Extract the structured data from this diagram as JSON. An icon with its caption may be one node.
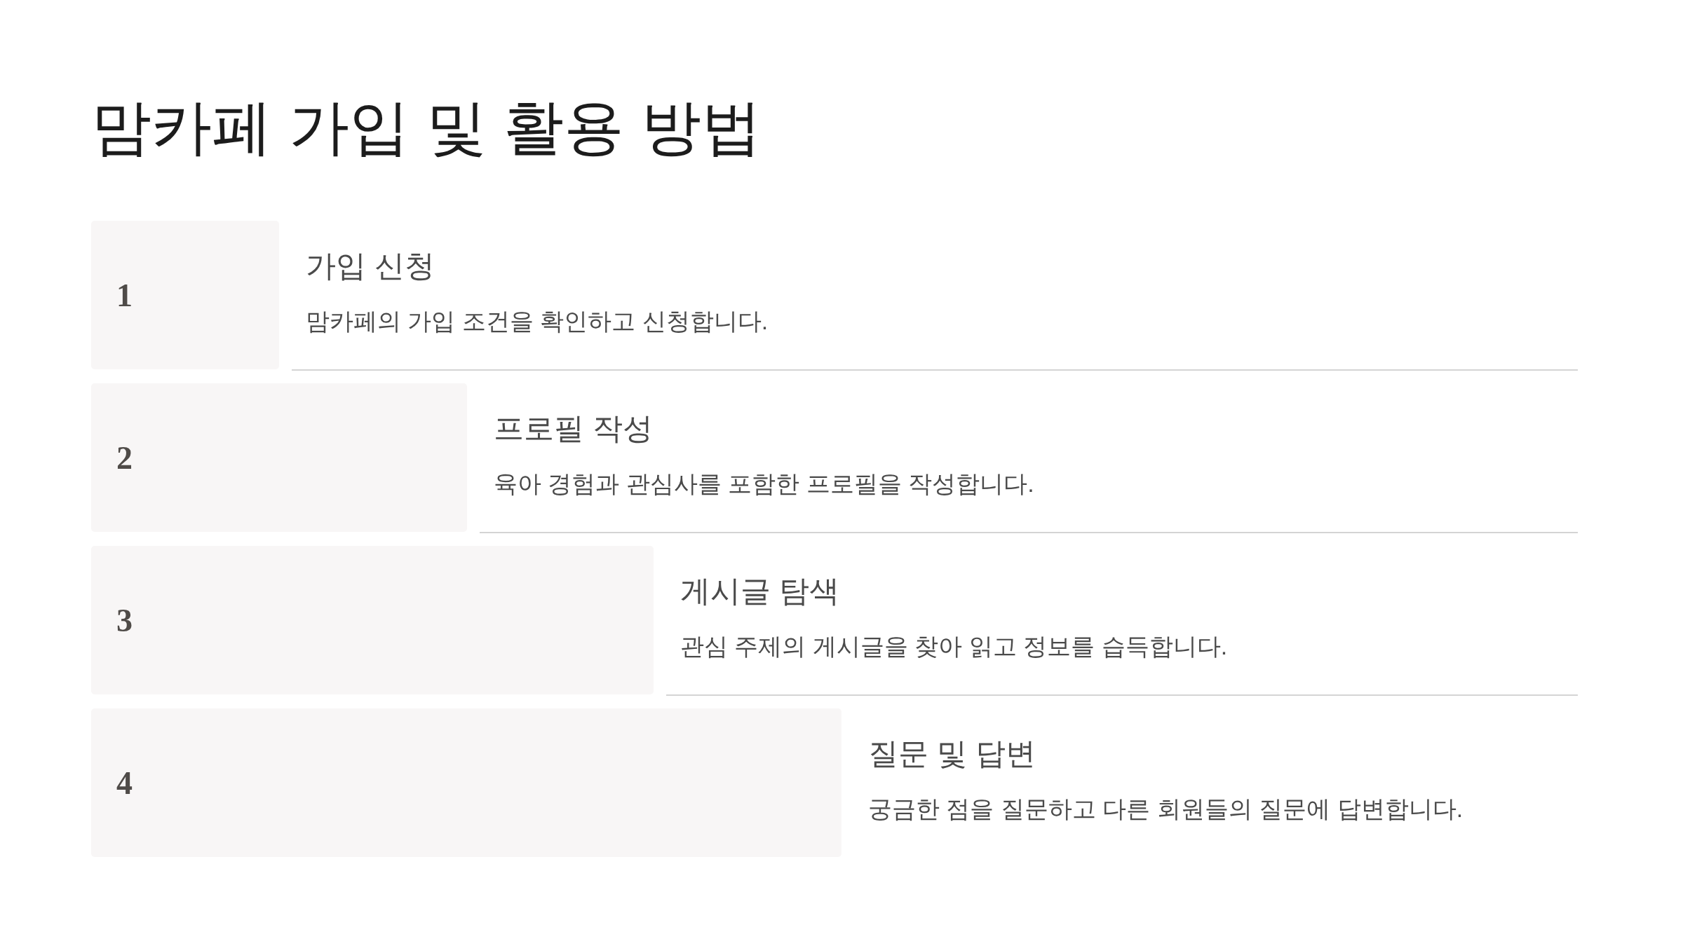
{
  "diagram": {
    "title": "맘카페 가입 및 활용 방법",
    "nodes": [
      {
        "text": [
          "1"
        ],
        "beside": [
          "가입 신청",
          "맘카페의 가입 조건을 확인하고 신청합니다."
        ]
      },
      {
        "text": [
          "2"
        ],
        "beside": [
          "프로필 작성",
          "육아 경험과 관심사를 포함한 프로필을 작성합니다."
        ]
      },
      {
        "text": [
          "3"
        ],
        "beside": [
          "게시글 탐색",
          "관심 주제의 게시글을 찾아 읽고 정보를 습득합니다."
        ]
      },
      {
        "text": [
          "4"
        ],
        "beside": [
          "질문 및 답변",
          "궁금한 점을 질문하고 다른 회원들의 질문에 답변합니다."
        ]
      }
    ]
  }
}
